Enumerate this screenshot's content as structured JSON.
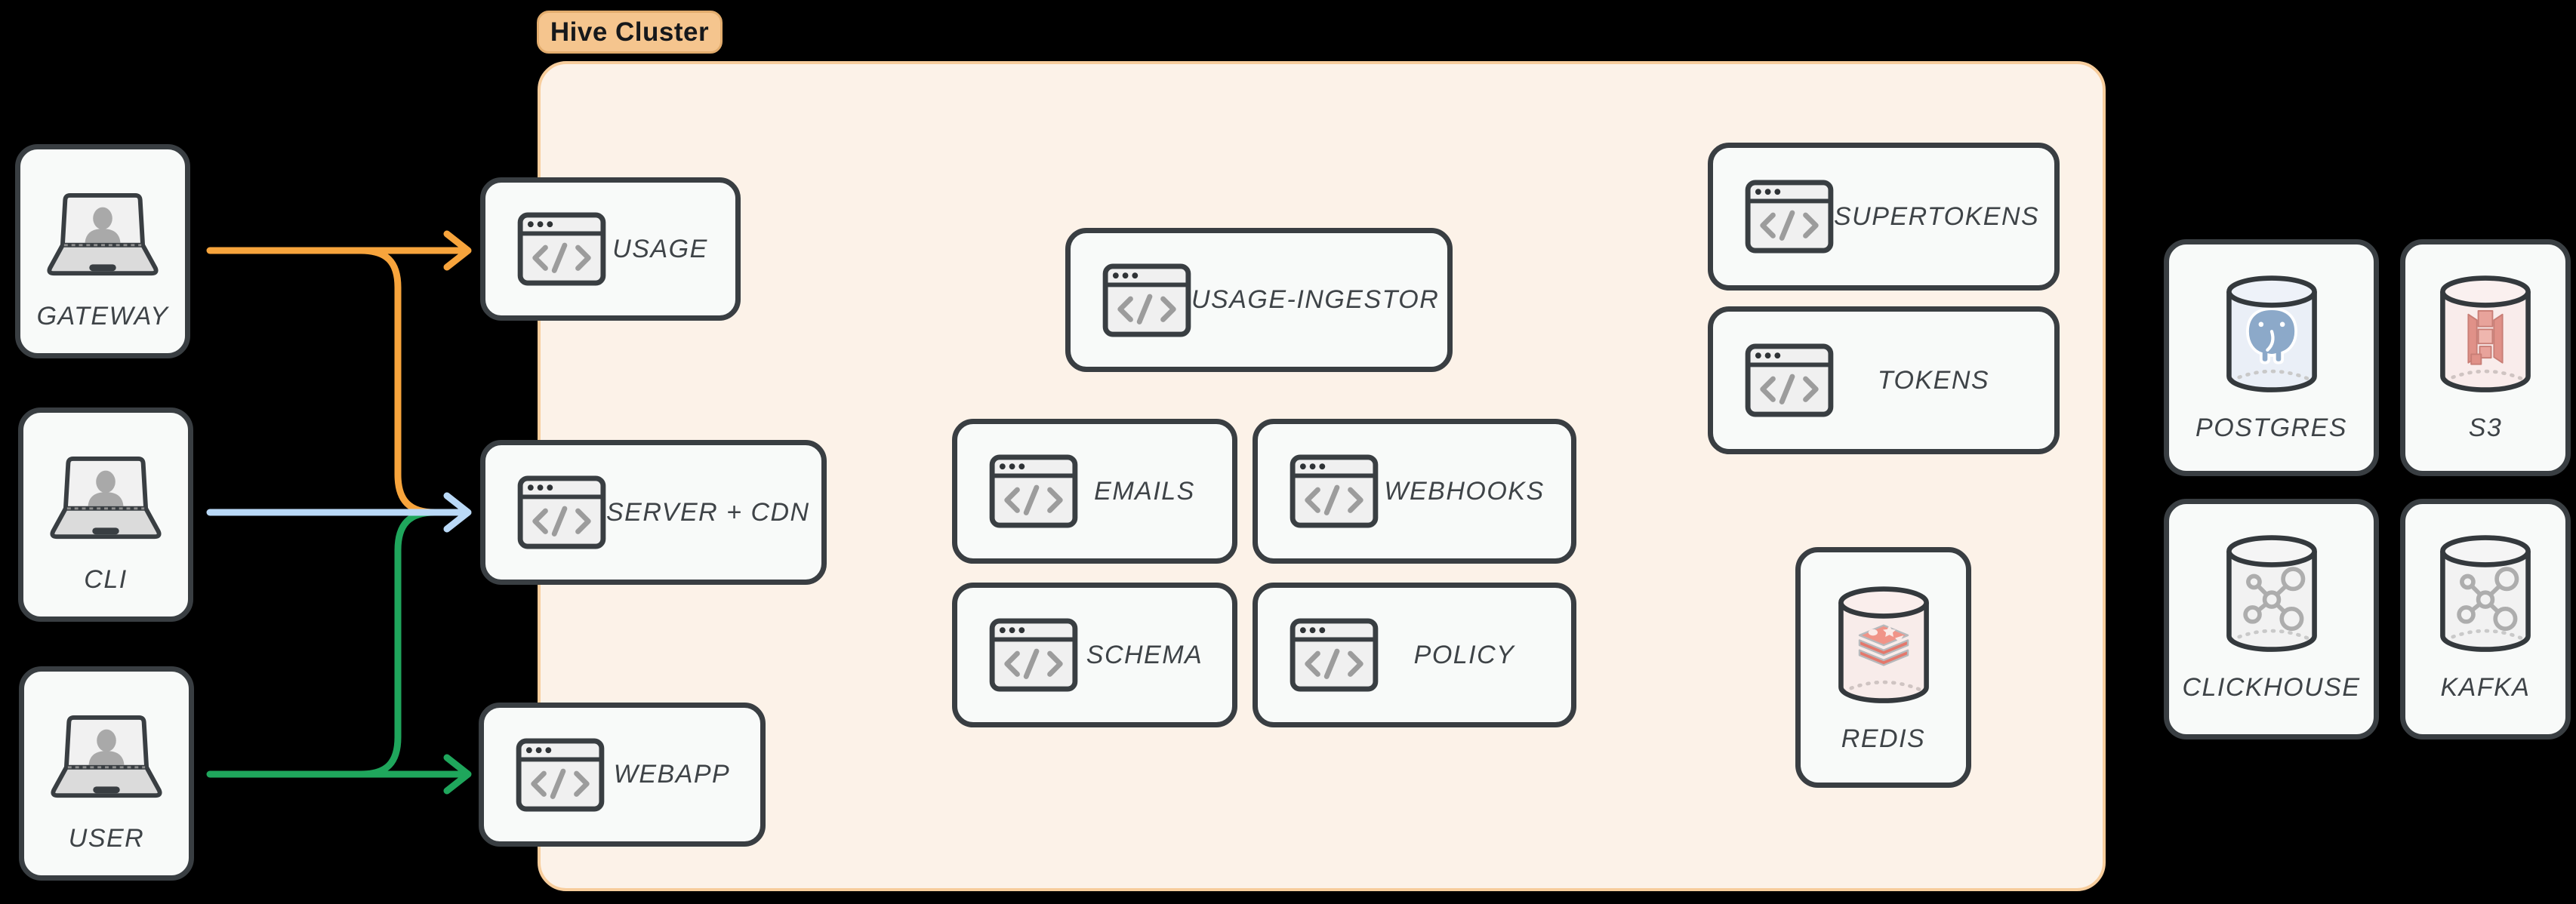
{
  "cluster": {
    "label": "Hive Cluster"
  },
  "clients": [
    {
      "id": "gateway",
      "label": "GATEWAY"
    },
    {
      "id": "cli",
      "label": "CLI"
    },
    {
      "id": "user",
      "label": "USER"
    }
  ],
  "services": [
    {
      "id": "usage",
      "label": "USAGE"
    },
    {
      "id": "server-cdn",
      "label": "SERVER + CDN"
    },
    {
      "id": "webapp",
      "label": "WEBAPP"
    },
    {
      "id": "usage-ingestor",
      "label": "USAGE-INGESTOR"
    },
    {
      "id": "emails",
      "label": "EMAILS"
    },
    {
      "id": "webhooks",
      "label": "WEBHOOKS"
    },
    {
      "id": "schema",
      "label": "SCHEMA"
    },
    {
      "id": "policy",
      "label": "POLICY"
    },
    {
      "id": "supertokens",
      "label": "SUPERTOKENS"
    },
    {
      "id": "tokens",
      "label": "TOKENS"
    },
    {
      "id": "redis",
      "label": "REDIS"
    }
  ],
  "datastores": [
    {
      "id": "postgres",
      "label": "POSTGRES"
    },
    {
      "id": "s3",
      "label": "S3"
    },
    {
      "id": "clickhouse",
      "label": "CLICKHOUSE"
    },
    {
      "id": "kafka",
      "label": "KAFKA"
    }
  ],
  "edges": [
    {
      "from": "GATEWAY",
      "to": "USAGE",
      "color": "#F7A43C"
    },
    {
      "from": "GATEWAY",
      "to": "SERVER + CDN",
      "color": "#F7A43C"
    },
    {
      "from": "CLI",
      "to": "SERVER + CDN",
      "color": "#BAD9F7"
    },
    {
      "from": "USER",
      "to": "SERVER + CDN",
      "color": "#1FA65C"
    },
    {
      "from": "USER",
      "to": "WEBAPP",
      "color": "#1FA65C"
    }
  ],
  "colors": {
    "canvas_bg": "#000000",
    "arrow_orange": "#F7A43C",
    "arrow_blue": "#BAD9F7",
    "arrow_green": "#1FA65C",
    "cluster_bg": "#FCF2E8",
    "cluster_border": "#F7CD9C",
    "badge_bg": "#F5C58E",
    "badge_border": "#E2AC6D",
    "badge_text": "#16181B",
    "box_bg": "#F8FAF9",
    "box_border": "#393E42",
    "label_color": "#3E4347",
    "icon_gray": "#9C9C9C",
    "postgres_blue": "#8CA9C9",
    "s3_red": "#E09188",
    "redis_red": "#E4786C",
    "net_gray": "#ADADAD"
  }
}
